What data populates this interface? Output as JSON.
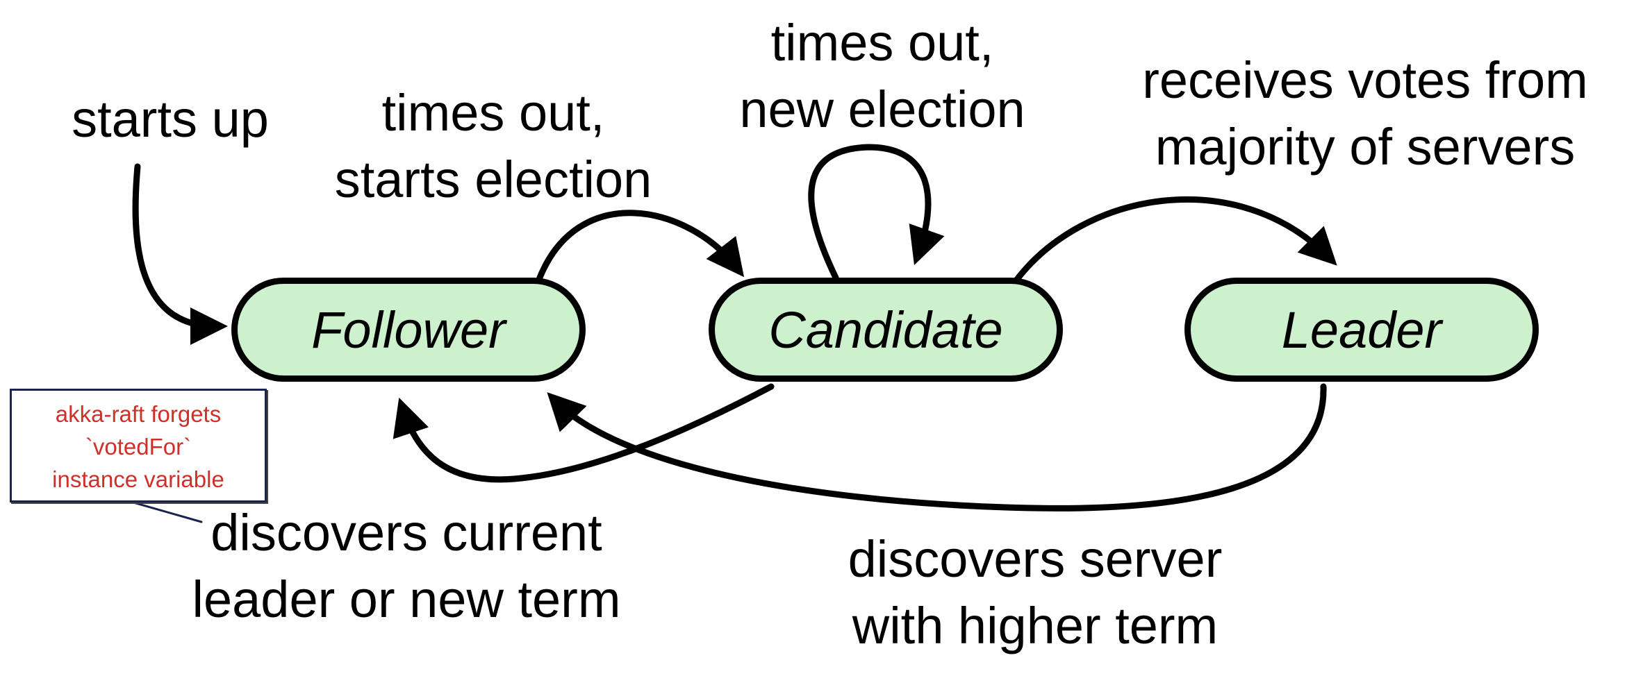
{
  "colors": {
    "state_fill": "#cdf0cd",
    "stroke": "#000000",
    "note_text": "#d0302a",
    "note_border": "#1a2350"
  },
  "states": {
    "follower": "Follower",
    "candidate": "Candidate",
    "leader": "Leader"
  },
  "transitions": {
    "starts_up": "starts up",
    "follower_to_candidate": [
      "times out,",
      "starts election"
    ],
    "candidate_self": [
      "times out,",
      "new election"
    ],
    "candidate_to_leader": [
      "receives votes from",
      "majority of servers"
    ],
    "candidate_to_follower": [
      "discovers current",
      "leader or new term"
    ],
    "leader_to_follower": [
      "discovers server",
      "with higher term"
    ]
  },
  "note": {
    "lines": [
      "akka-raft forgets",
      "`votedFor`",
      "instance variable"
    ]
  }
}
